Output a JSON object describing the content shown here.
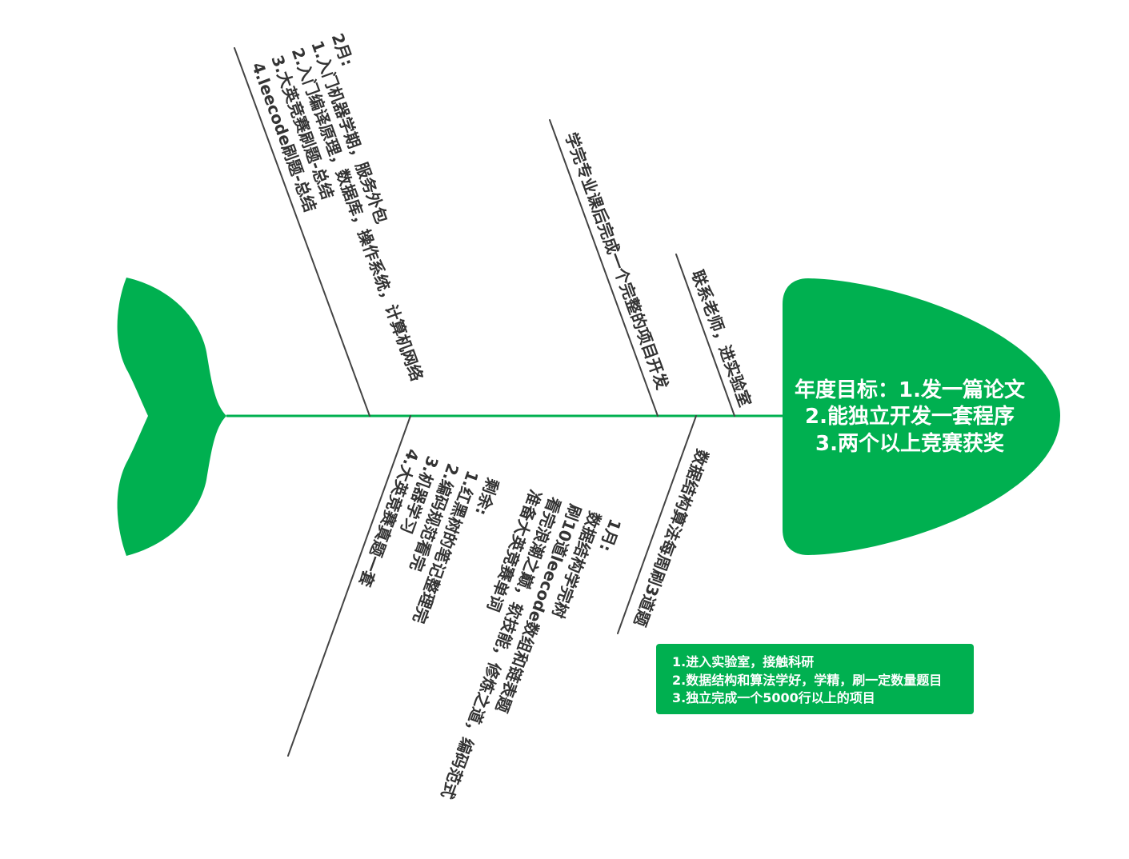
{
  "head": {
    "lines": [
      "年度目标：1.发一篇论文",
      "2.能独立开发一套程序",
      "3.两个以上竞赛获奖"
    ]
  },
  "branches": {
    "feb": {
      "lines": [
        "2月:",
        "1.入门机器学期，服务外包",
        "2.入门编译原理，数据库，操作系统，计算机网络",
        "3.大英竞赛刷题-总结",
        "4.leecode刷题-总结"
      ]
    },
    "project": {
      "label": "学完专业课后完成一个完整的项目开发"
    },
    "lab": {
      "label": "联系老师，进实验室"
    },
    "algorithms": {
      "label": "数据结构算法每周刷3道题"
    },
    "jan": {
      "lines": [
        "1月:",
        "数据结构学完树",
        "刷10道leecode数组和链表题",
        "看完浪潮之巅，软技能，修炼之道，编码范式",
        "准备大英竞赛单词"
      ]
    },
    "remaining": {
      "lines": [
        "剩余:",
        "1.红黑树的笔记整理完",
        "2.编码规范看完",
        "3.机器学习",
        "4.大英竞赛真题一套"
      ]
    }
  },
  "summary": {
    "lines": [
      "1.进入实验室，接触科研",
      "2.数据结构和算法学好，学精，刷一定数量题目",
      "3.独立完成一个5000行以上的项目"
    ]
  },
  "colors": {
    "accent": "#00b050",
    "bone": "#444444",
    "ink": "#333333",
    "on_accent": "#ffffff"
  }
}
